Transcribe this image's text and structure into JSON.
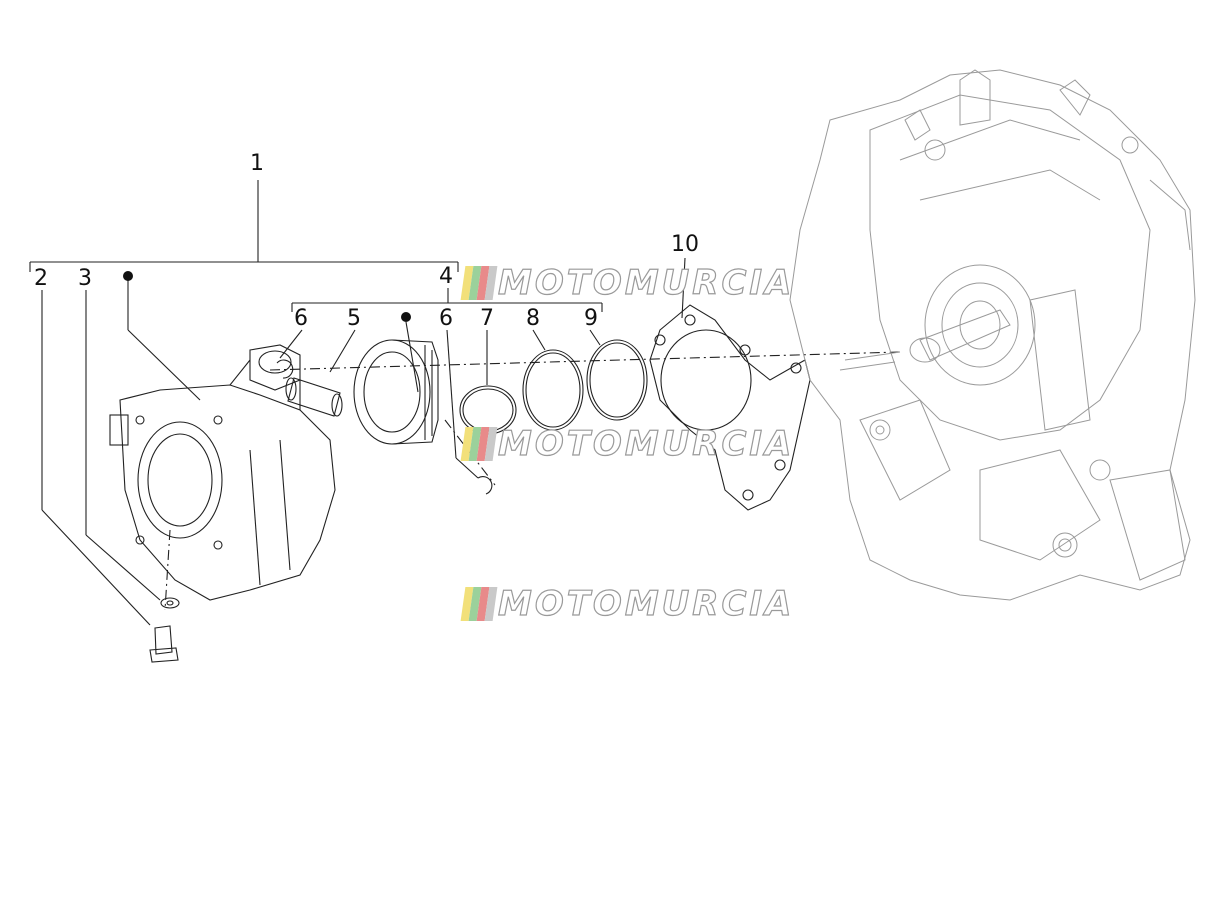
{
  "callouts": [
    {
      "id": "c1",
      "label": "1"
    },
    {
      "id": "c2",
      "label": "2"
    },
    {
      "id": "c3",
      "label": "3"
    },
    {
      "id": "c4",
      "label": "4"
    },
    {
      "id": "c5",
      "label": "5"
    },
    {
      "id": "c6a",
      "label": "6"
    },
    {
      "id": "c6b",
      "label": "6"
    },
    {
      "id": "c7",
      "label": "7"
    },
    {
      "id": "c8",
      "label": "8"
    },
    {
      "id": "c9",
      "label": "9"
    },
    {
      "id": "c10",
      "label": "10"
    }
  ],
  "watermark": {
    "text": "MOTOMURCiA",
    "colors": [
      "#f2e07a",
      "#9bd19b",
      "#e88a8a",
      "#c9c9c9"
    ]
  }
}
